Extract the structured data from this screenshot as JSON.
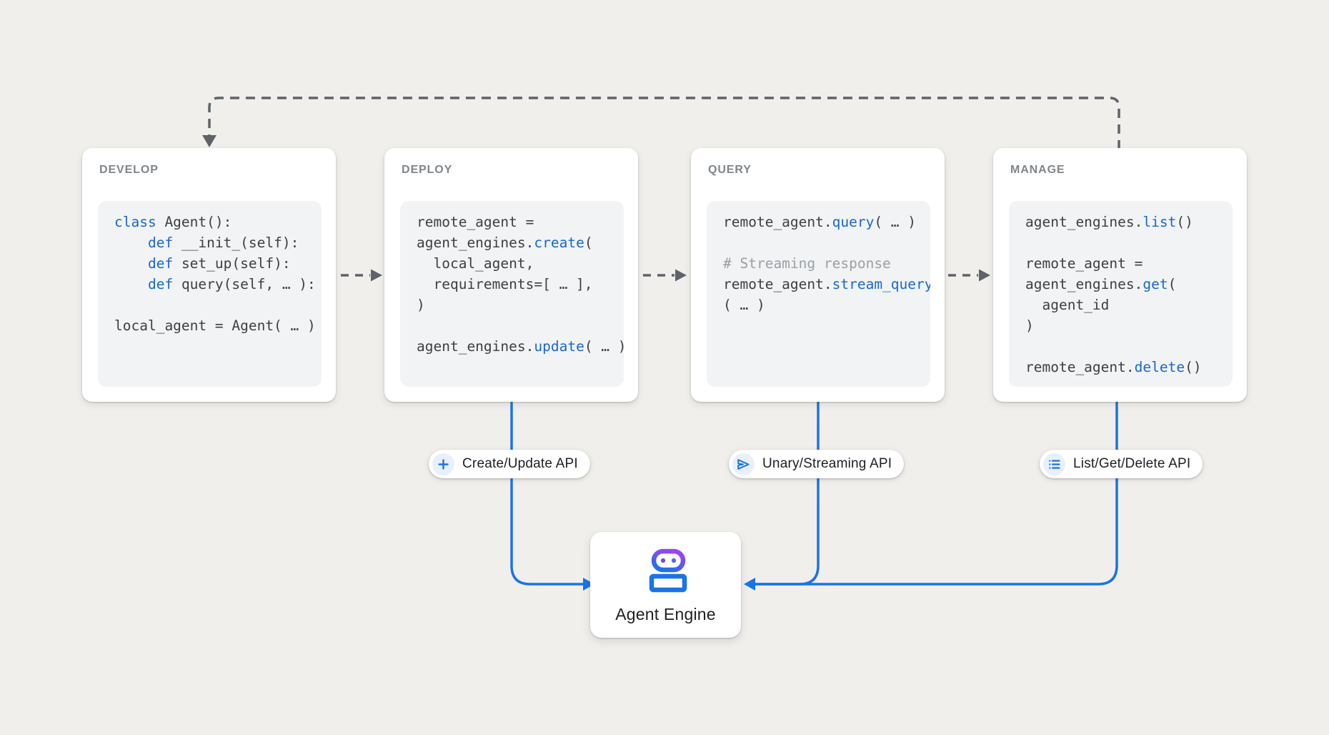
{
  "colors": {
    "background": "#f1efec",
    "accent_blue": "#1a73e8",
    "code_keyword_blue": "#1967d2",
    "code_text": "#3c4043",
    "code_comment": "#9aa0a6",
    "title_gray": "#80868b",
    "arrow_gray": "#5f6368",
    "icon_purple": "#a142f4"
  },
  "cards": [
    {
      "title": "DEVELOP",
      "code": [
        [
          {
            "t": "class",
            "s": "b"
          },
          {
            "t": " Agent():",
            "s": "n"
          }
        ],
        [
          {
            "t": "    ",
            "s": "n"
          },
          {
            "t": "def",
            "s": "b"
          },
          {
            "t": " __init_(self):",
            "s": "n"
          }
        ],
        [
          {
            "t": "    ",
            "s": "n"
          },
          {
            "t": "def",
            "s": "b"
          },
          {
            "t": " set_up(self):",
            "s": "n"
          }
        ],
        [
          {
            "t": "    ",
            "s": "n"
          },
          {
            "t": "def",
            "s": "b"
          },
          {
            "t": " query(self, … ):",
            "s": "n"
          }
        ],
        [],
        [
          {
            "t": "local_agent = Agent( … )",
            "s": "n"
          }
        ]
      ]
    },
    {
      "title": "DEPLOY",
      "code": [
        [
          {
            "t": "remote_agent =",
            "s": "n"
          }
        ],
        [
          {
            "t": "agent_engines.",
            "s": "n"
          },
          {
            "t": "create",
            "s": "b"
          },
          {
            "t": "(",
            "s": "n"
          }
        ],
        [
          {
            "t": "  local_agent,",
            "s": "n"
          }
        ],
        [
          {
            "t": "  requirements=[ … ],",
            "s": "n"
          }
        ],
        [
          {
            "t": ")",
            "s": "n"
          }
        ],
        [],
        [
          {
            "t": "agent_engines.",
            "s": "n"
          },
          {
            "t": "update",
            "s": "b"
          },
          {
            "t": "( … )",
            "s": "n"
          }
        ]
      ]
    },
    {
      "title": "QUERY",
      "code": [
        [
          {
            "t": "remote_agent.",
            "s": "n"
          },
          {
            "t": "query",
            "s": "b"
          },
          {
            "t": "( … )",
            "s": "n"
          }
        ],
        [],
        [
          {
            "t": "# Streaming response",
            "s": "c"
          }
        ],
        [
          {
            "t": "remote_agent.",
            "s": "n"
          },
          {
            "t": "stream_query",
            "s": "b"
          }
        ],
        [
          {
            "t": "( … )",
            "s": "n"
          }
        ]
      ]
    },
    {
      "title": "MANAGE",
      "code": [
        [
          {
            "t": "agent_engines.",
            "s": "n"
          },
          {
            "t": "list",
            "s": "b"
          },
          {
            "t": "()",
            "s": "n"
          }
        ],
        [],
        [
          {
            "t": "remote_agent =",
            "s": "n"
          }
        ],
        [
          {
            "t": "agent_engines.",
            "s": "n"
          },
          {
            "t": "get",
            "s": "b"
          },
          {
            "t": "(",
            "s": "n"
          }
        ],
        [
          {
            "t": "  agent_id",
            "s": "n"
          }
        ],
        [
          {
            "t": ")",
            "s": "n"
          }
        ],
        [],
        [
          {
            "t": "remote_agent.",
            "s": "n"
          },
          {
            "t": "delete",
            "s": "b"
          },
          {
            "t": "()",
            "s": "n"
          }
        ]
      ]
    }
  ],
  "pills": [
    {
      "label": "Create/Update API",
      "icon": "plus-icon"
    },
    {
      "label": "Unary/Streaming API",
      "icon": "send-icon"
    },
    {
      "label": "List/Get/Delete API",
      "icon": "list-icon"
    }
  ],
  "engine": {
    "label": "Agent Engine",
    "icon": "robot-icon"
  }
}
